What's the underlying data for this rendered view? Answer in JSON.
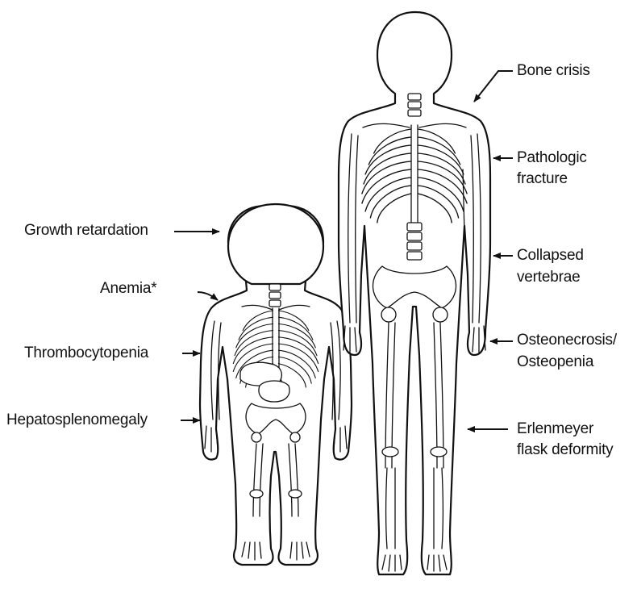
{
  "labels": {
    "growth_retardation": "Growth retardation",
    "anemia": "Anemia*",
    "thrombocytopenia": "Thrombocytopenia",
    "hepatosplenomegaly": "Hepatosplenomegaly",
    "bone_crisis": "Bone crisis",
    "pathologic_line1": "Pathologic",
    "pathologic_line2": "fracture",
    "collapsed_line1": "Collapsed",
    "collapsed_line2": "vertebrae",
    "osteo_line1": "Osteonecrosis/",
    "osteo_line2": "Osteopenia",
    "erlenmeyer_line1": "Erlenmeyer",
    "erlenmeyer_line2": "flask deformity"
  }
}
